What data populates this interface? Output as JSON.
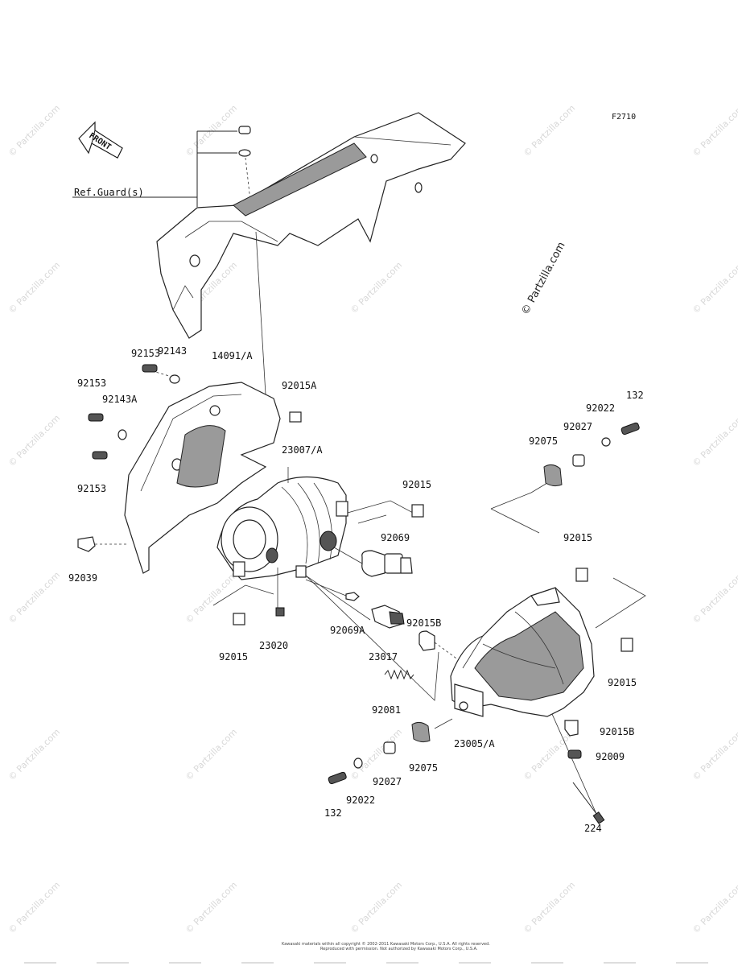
{
  "figure_code": "F2710",
  "front_label": "FRONT",
  "ref_guard": "Ref.Guard(s)",
  "side_watermark": "© Partzilla.com",
  "footer_line1": "Kawasaki materials within all copyright © 2002-2011 Kawasaki Motors Corp., U.S.A. All rights reserved.",
  "footer_line2": "Reproduced with permission. Not authorized by Kawasaki Motors Corp., U.S.A.",
  "parts": {
    "p92153a": "92153",
    "p92143": "92143",
    "p14091": "14091/A",
    "p92153b": "92153",
    "p92143a": "92143A",
    "p92015a": "92015A",
    "p23007": "23007/A",
    "p92153c": "92153",
    "p92015top": "92015",
    "p92069": "92069",
    "p92039": "92039",
    "p92015left": "92015",
    "p23020": "23020",
    "p92069a": "92069A",
    "p23017": "23017",
    "p92015b_mid": "92015B",
    "p92081": "92081",
    "p92075_bot": "92075",
    "p92027_bot": "92027",
    "p92022_bot": "92022",
    "p132_bot": "132",
    "p23005": "23005/A",
    "p92015b_right": "92015B",
    "p92009": "92009",
    "p224": "224",
    "p92015_right": "92015",
    "p92015_mid_right": "92015",
    "p92075_top": "92075",
    "p92027_top": "92027",
    "p92022_top": "92022",
    "p132_top": "132"
  }
}
